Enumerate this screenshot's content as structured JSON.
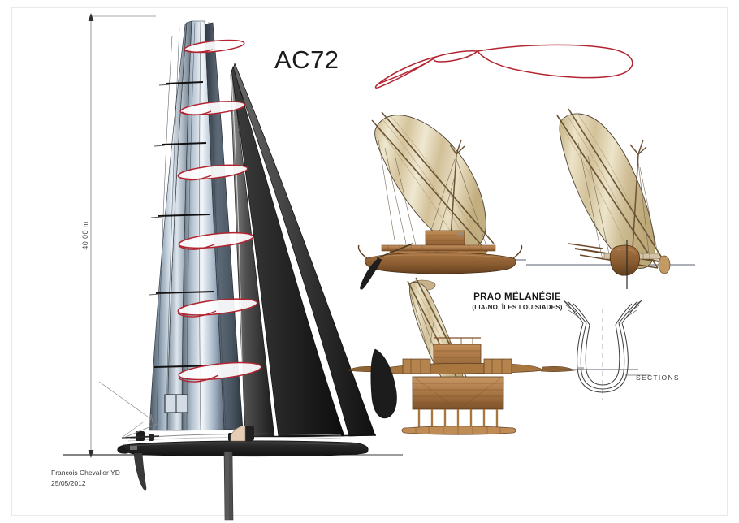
{
  "plate": {
    "title": "AC72",
    "background_color": "#ffffff",
    "frame_color": "#e9e9e9"
  },
  "dimension": {
    "label": "40,00 m",
    "axis_color": "#9a9a9a"
  },
  "credit": {
    "author": "Francois Chevalier YD",
    "date": "25/05/2012"
  },
  "prao_label": {
    "title": "PRAO MÉLANÉSIE",
    "subtitle": "(LIA-NO, ÎLES LOUISIADES)"
  },
  "sections_label": {
    "text": "SECTIONS"
  },
  "palette": {
    "wingsail_light": "#eef3f8",
    "wingsail_mid": "#9fb0c2",
    "wingsail_dark": "#4d5a67",
    "wingsail_shadow": "#2f3942",
    "jib_light": "#8d8d8d",
    "jib_dark": "#141414",
    "hull_black": "#232323",
    "foil_grey": "#4a4a4a",
    "section_red": "#b32430",
    "prao_sail_light": "#efe6cb",
    "prao_sail_mid": "#d9caa1",
    "prao_sail_dark": "#b9a271",
    "prao_wood_light": "#c08c56",
    "prao_wood_mid": "#9c6a3c",
    "prao_wood_dark": "#6d4626",
    "waterline": "#5a5f6e",
    "outline": "#2a2a2a",
    "centerline": "#9a9a9a"
  },
  "views": [
    {
      "name": "ac72-profile",
      "caption": ""
    },
    {
      "name": "wingsail-section-profile",
      "caption": ""
    },
    {
      "name": "prao-side-view",
      "caption": ""
    },
    {
      "name": "prao-bow-view",
      "caption": ""
    },
    {
      "name": "prao-stern-view",
      "caption": ""
    },
    {
      "name": "hull-sections",
      "caption": "SECTIONS"
    }
  ]
}
